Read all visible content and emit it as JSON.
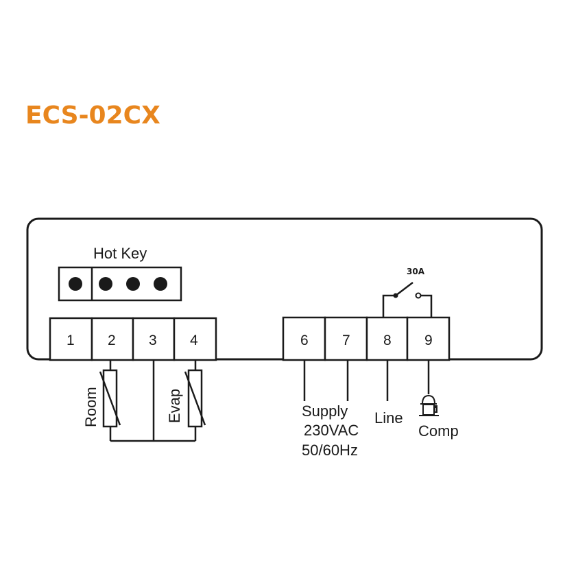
{
  "title": "ECS-02CX",
  "colors": {
    "title": "#e8861e",
    "line": "#1a1a1a",
    "background": "#ffffff"
  },
  "hot_key": {
    "label": "Hot Key",
    "pins": 4
  },
  "terminals": {
    "left": [
      "1",
      "2",
      "3",
      "4"
    ],
    "right": [
      "6",
      "7",
      "8",
      "9"
    ]
  },
  "relay": {
    "rating": "30A",
    "between": [
      "8",
      "9"
    ]
  },
  "sensors": {
    "room": {
      "label": "Room",
      "terminals": [
        "2",
        "3"
      ]
    },
    "evap": {
      "label": "Evap",
      "terminals": [
        "3",
        "4"
      ]
    }
  },
  "connections": {
    "supply": {
      "line1": "Supply",
      "line2": "230VAC",
      "line3": "50/60Hz",
      "terminals": [
        "6",
        "7"
      ]
    },
    "line": {
      "label": "Line",
      "terminal": "8"
    },
    "comp": {
      "label": "Comp",
      "terminal": "9",
      "icon": "compressor-icon"
    }
  }
}
